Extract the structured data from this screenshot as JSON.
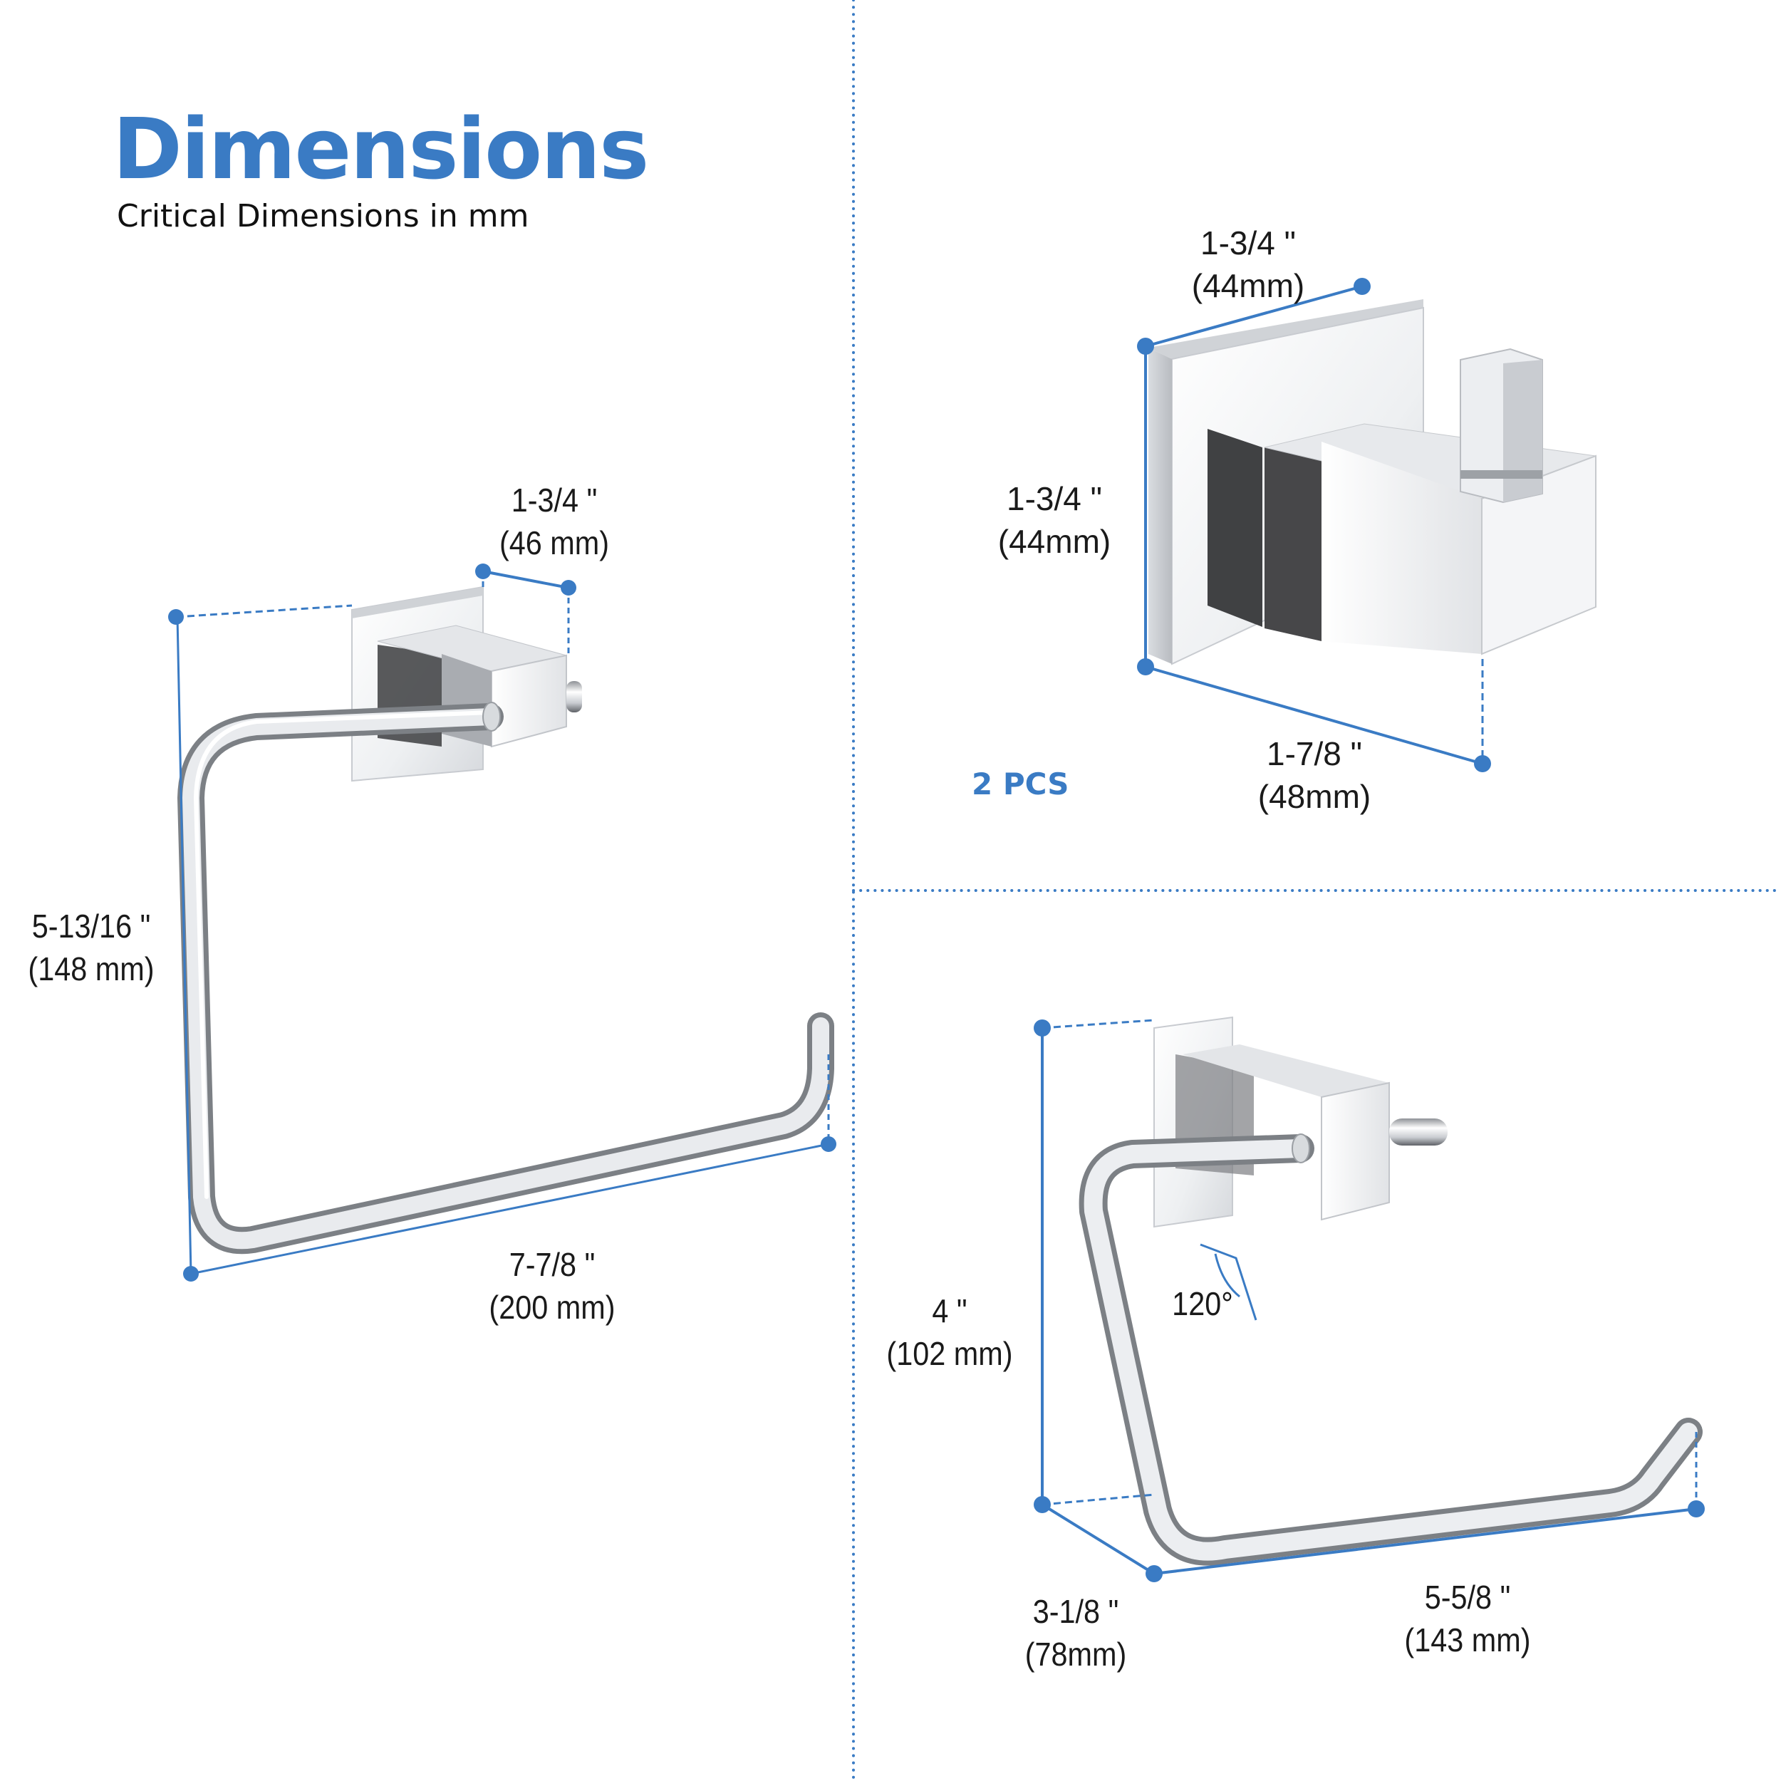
{
  "header": {
    "title": "Dimensions",
    "subtitle": "Critical Dimensions in mm"
  },
  "colors": {
    "accent": "#3a7bc4",
    "text": "#1a1a1a",
    "background": "#ffffff",
    "chrome_light": "#f2f3f5",
    "chrome_mid": "#c7cacf",
    "chrome_dark": "#4a4a4c"
  },
  "towel_ring": {
    "width_label": {
      "imperial": "1-3/4 \"",
      "metric": "(46 mm)"
    },
    "height_label": {
      "imperial": "5-13/16 \"",
      "metric": "(148 mm)"
    },
    "length_label": {
      "imperial": "7-7/8 \"",
      "metric": "(200 mm)"
    }
  },
  "robe_hook": {
    "top_label": {
      "imperial": "1-3/4 \"",
      "metric": "(44mm)"
    },
    "height_label": {
      "imperial": "1-3/4 \"",
      "metric": "(44mm)"
    },
    "depth_label": {
      "imperial": "1-7/8 \"",
      "metric": "(48mm)"
    },
    "quantity": "2 PCS"
  },
  "paper_holder": {
    "height_label": {
      "imperial": "4 \"",
      "metric": "(102 mm)"
    },
    "angle_label": "120°",
    "depth_label": {
      "imperial": "3-1/8 \"",
      "metric": "(78mm)"
    },
    "length_label": {
      "imperial": "5-5/8 \"",
      "metric": "(143 mm)"
    }
  }
}
